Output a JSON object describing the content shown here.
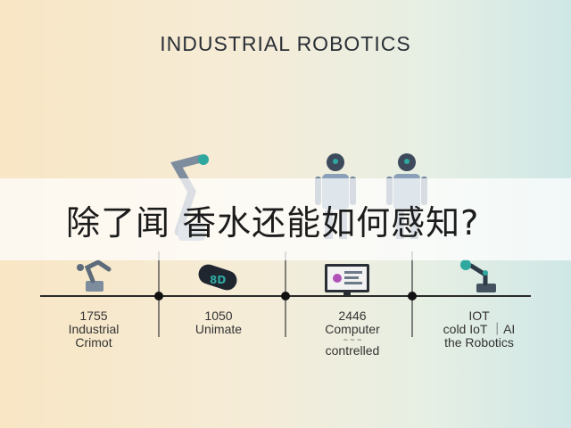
{
  "title": "INDUSTRIAL ROBOTICS",
  "overlay_question": "除了闻 香水还能如何感知?",
  "timeline": [
    {
      "year": "1755",
      "caption": "Industrial",
      "caption2": "Crimot",
      "icon": "robot-arm-icon"
    },
    {
      "year": "1050",
      "caption": "Unimate",
      "caption2": "",
      "icon": "unimate-capsule-icon"
    },
    {
      "year": "2446",
      "caption": "Computer",
      "caption_small": "~ ~ ~",
      "caption2": "contrelled",
      "icon": "computer-monitor-icon"
    },
    {
      "year": "IOT",
      "caption": "cold IoT ｜AI",
      "caption2": "the Robotics",
      "icon": "robotic-arm-iot-icon"
    }
  ],
  "colors": {
    "accent_teal": "#2fa8a0",
    "line": "#2a2a2a",
    "robot": "#8aa0b8"
  }
}
